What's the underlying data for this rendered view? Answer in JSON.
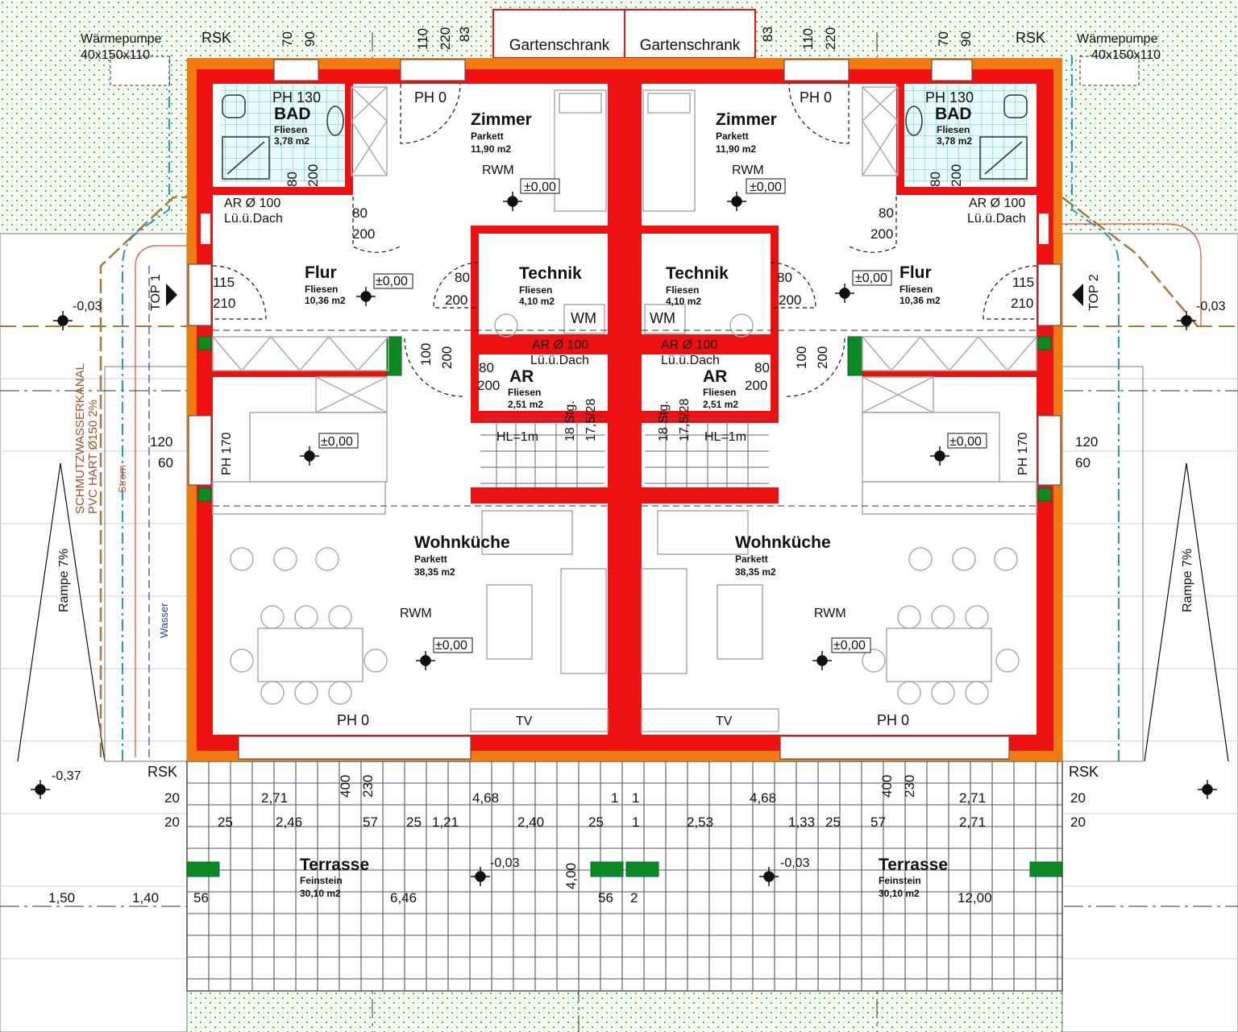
{
  "left_unit": {
    "bath": {
      "name": "BAD",
      "ph": "PH 130",
      "floor": "Fliesen",
      "area": "3,78 m2"
    },
    "room": {
      "name": "Zimmer",
      "floor": "Parkett",
      "area": "11,90 m2",
      "ph": "PH 0",
      "rwm": "RWM",
      "level": "±0,00"
    },
    "hall": {
      "name": "Flur",
      "floor": "Fliesen",
      "area": "10,36 m2",
      "level": "±0,00"
    },
    "tech": {
      "name": "Technik",
      "floor": "Fliesen",
      "area": "4,10 m2",
      "wm": "WM"
    },
    "storage": {
      "name": "AR",
      "floor": "Fliesen",
      "area": "2,51 m2"
    },
    "living": {
      "name": "Wohnküche",
      "floor": "Parkett",
      "area": "38,35 m2",
      "rwm": "RWM",
      "level": "±0,00",
      "ph": "PH 0",
      "tv": "TV",
      "level2": "±0,00"
    },
    "terrace": {
      "name": "Terrasse",
      "floor": "Feinstein",
      "area": "30,10 m2"
    },
    "ar_vent": "AR Ø 100",
    "vent_roof": "Lü.ü.Dach",
    "stairs": "18 Stg.",
    "stairs_ratio": "17,5/28",
    "handrail": "HL=1m",
    "top": "TOP 1",
    "ph170": "PH 170"
  },
  "right_unit": {
    "bath": {
      "name": "BAD",
      "ph": "PH 130",
      "floor": "Fliesen",
      "area": "3,78 m2"
    },
    "room": {
      "name": "Zimmer",
      "floor": "Parkett",
      "area": "11,90 m2",
      "ph": "PH 0",
      "rwm": "RWM",
      "level": "±0,00"
    },
    "hall": {
      "name": "Flur",
      "floor": "Fliesen",
      "area": "10,36 m2",
      "level": "±0,00"
    },
    "tech": {
      "name": "Technik",
      "floor": "Fliesen",
      "area": "4,10 m2",
      "wm": "WM"
    },
    "storage": {
      "name": "AR",
      "floor": "Fliesen",
      "area": "2,51 m2"
    },
    "living": {
      "name": "Wohnküche",
      "floor": "Parkett",
      "area": "38,35 m2",
      "rwm": "RWM",
      "level": "±0,00",
      "ph": "PH 0",
      "tv": "TV",
      "level2": "±0,00"
    },
    "terrace": {
      "name": "Terrasse",
      "floor": "Feinstein",
      "area": "30,10 m2"
    },
    "ar_vent": "AR Ø 100",
    "vent_roof": "Lü.ü.Dach",
    "stairs": "18 Stg.",
    "stairs_ratio": "17,5/28",
    "handrail": "HL=1m",
    "top": "TOP 2",
    "ph170": "PH 170"
  },
  "exterior": {
    "garden_shed": "Gartenschrank",
    "heat_pump": "Wärmepumpe",
    "heat_pump_size": "40x150x110",
    "rsk": "RSK",
    "ramp": "Rampe 7%",
    "sewer": "SCHMUTZWASSERKANAL",
    "sewer_pipe": "PVC HART Ø150 2%",
    "power": "Strom",
    "water": "Wasser",
    "levels": {
      "left_mid": "-0,03",
      "left_low": "-0,37",
      "terrace_left": "-0,03",
      "terrace_right": "-0,03",
      "right_mid": "-0,03"
    }
  },
  "dimensions": {
    "top": [
      "70",
      "90",
      "110",
      "220",
      "83",
      "83",
      "110",
      "220",
      "70",
      "90"
    ],
    "door_left": [
      "115",
      "210"
    ],
    "door_right": [
      "115",
      "210"
    ],
    "window_left": [
      "120",
      "60"
    ],
    "window_right": [
      "120",
      "60"
    ],
    "inner_doors": [
      "80",
      "200",
      "80",
      "200",
      "80",
      "200",
      "100",
      "200"
    ],
    "bath_door": [
      "80",
      "200"
    ],
    "row1": [
      "20",
      "2,71",
      "400",
      "230",
      "4,68",
      "1",
      "1",
      "4,68",
      "400",
      "230",
      "2,71",
      "20"
    ],
    "row2": [
      "20",
      "25",
      "2,46",
      "57",
      "25",
      "1,21",
      "2,40",
      "25",
      "1",
      "2,53",
      "1,33",
      "25",
      "57",
      "2,71",
      "20"
    ],
    "row3": [
      "1,50",
      "1,40",
      "56",
      "6,46",
      "56",
      "2",
      "12,00",
      "4,00"
    ]
  }
}
